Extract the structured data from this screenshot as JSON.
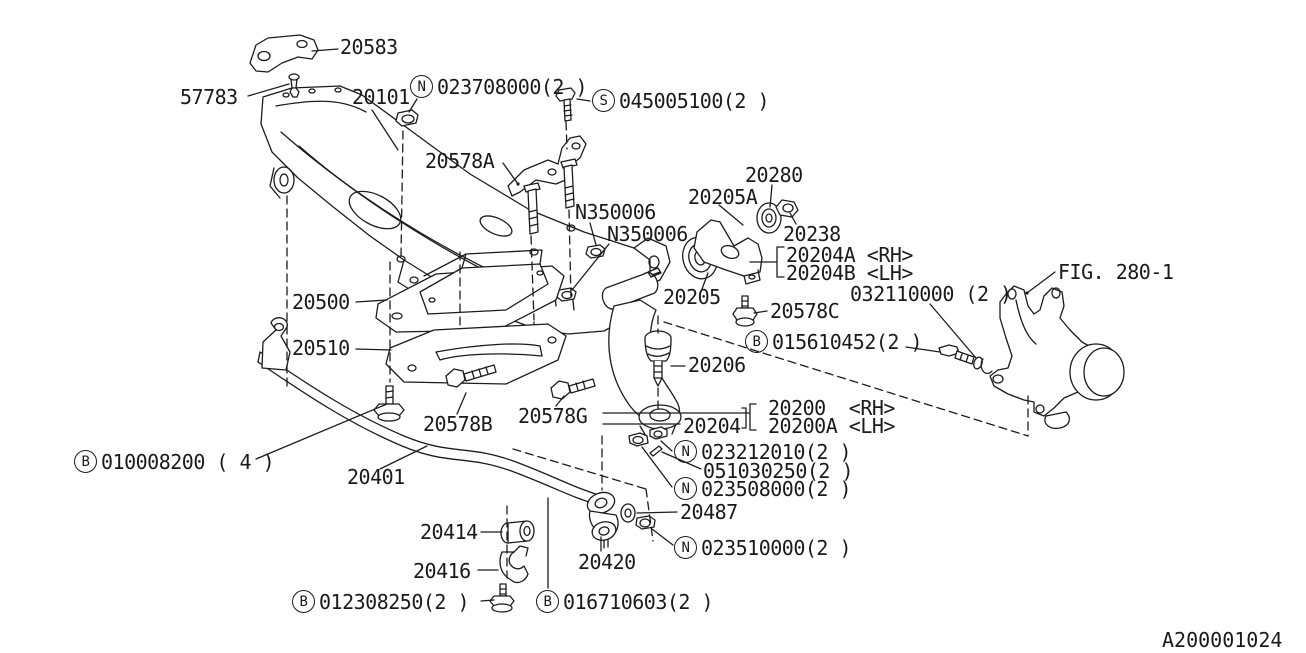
{
  "diagram": {
    "code": "A200001024",
    "fastener_prefixes": {
      "bolt": "B",
      "nut": "N",
      "screw": "S"
    },
    "parts": {
      "p20583": "20583",
      "p57783": "57783",
      "p20101": "20101",
      "n023708000": "023708000(2 )",
      "s045005100": "045005100(2 )",
      "p20578A": "20578A",
      "n350006_a": "N350006",
      "n350006_b": "N350006",
      "p20205A": "20205A",
      "p20280": "20280",
      "p20238": "20238",
      "p20204A_rh": "20204A <RH>",
      "p20204B_lh": "20204B <LH>",
      "b032110000": "032110000 (2 )",
      "fig_ref": "FIG. 280-1",
      "p20500": "20500",
      "p20510": "20510",
      "p20205": "20205",
      "p20578C": "20578C",
      "b015610452": "015610452(2 )",
      "p20206": "20206",
      "p20578B": "20578B",
      "p20578G": "20578G",
      "p20204": "20204",
      "p20200_rh": "20200  <RH>",
      "p20200A_lh": "20200A <LH>",
      "b010008200": "010008200 ( 4 )",
      "p20401": "20401",
      "n023212010": "023212010(2 )",
      "b051030250": "051030250(2 )",
      "n023508000": "023508000(2 )",
      "p20487": "20487",
      "n023510000": "023510000(2 )",
      "p20414": "20414",
      "p20416": "20416",
      "b012308250": "012308250(2 )",
      "p20420": "20420",
      "b016710603": "016710603(2 )"
    }
  }
}
